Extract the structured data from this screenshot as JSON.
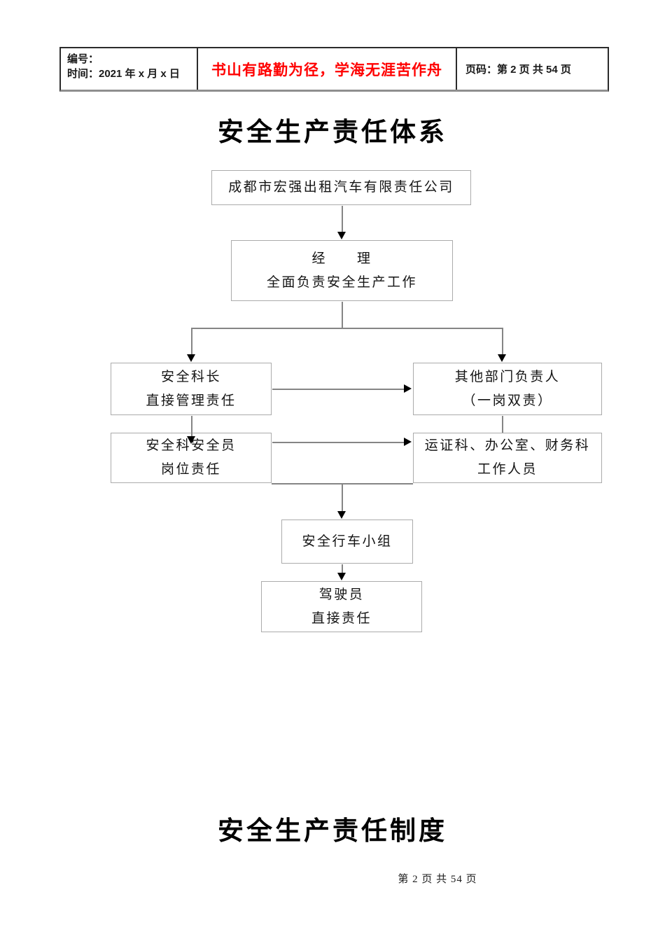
{
  "header": {
    "number_label": "编号：",
    "date_line": "时间：2021 年 x 月 x 日",
    "motto": "书山有路勤为径，学海无涯苦作舟",
    "motto_color": "#ff0000",
    "page_info": "页码：第 2 页  共 54 页"
  },
  "titles": {
    "section1": "安全生产责任体系",
    "section2": "安全生产责任制度"
  },
  "flowchart": {
    "nodes": [
      {
        "id": "company",
        "lines": [
          "成都市宏强出租汽车有限责任公司"
        ]
      },
      {
        "id": "manager",
        "lines": [
          "经　　理",
          "全面负责安全生产工作"
        ]
      },
      {
        "id": "safety-chief",
        "lines": [
          "安全科长",
          "直接管理责任"
        ]
      },
      {
        "id": "other-depts",
        "lines": [
          "其他部门负责人",
          "（一岗双责）"
        ]
      },
      {
        "id": "safety-officer",
        "lines": [
          "安全科安全员",
          "岗位责任"
        ]
      },
      {
        "id": "dept-staff",
        "lines": [
          "运证科、办公室、财务科",
          "工作人员"
        ]
      },
      {
        "id": "driving-group",
        "lines": [
          "安全行车小组"
        ]
      },
      {
        "id": "driver",
        "lines": [
          "驾驶员",
          "直接责任"
        ]
      }
    ]
  },
  "footer": {
    "page_text": "第 2 页 共 54 页"
  }
}
